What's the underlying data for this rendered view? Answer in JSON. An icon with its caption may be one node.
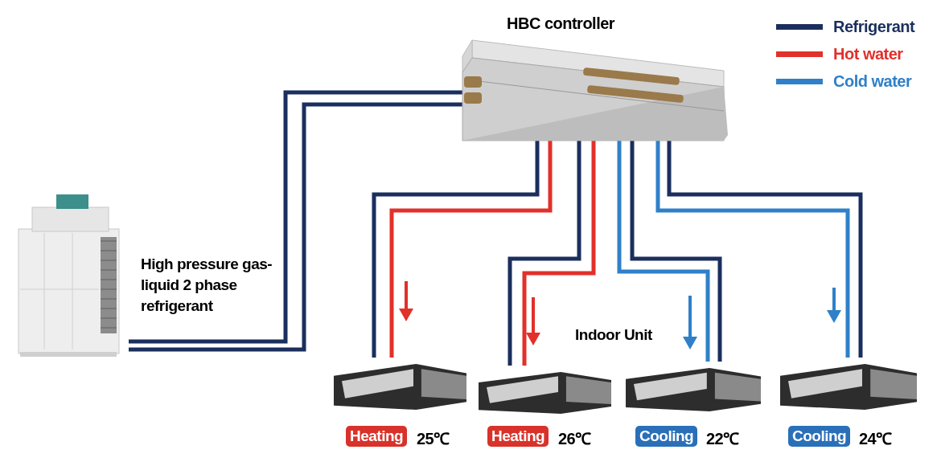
{
  "diagram": {
    "nodes": [
      {
        "text": [
          "HBC controller"
        ]
      },
      {
        "text": [],
        "shape": "picture"
      },
      {
        "text": [],
        "shape": "picture"
      },
      {
        "text": [],
        "shape": "picture"
      },
      {
        "text": [],
        "shape": "picture"
      },
      {
        "text": [],
        "shape": "picture"
      },
      {
        "text": [
          "Heating"
        ],
        "beside": [
          "25℃"
        ]
      },
      {
        "text": [
          "Heating"
        ],
        "beside": [
          "26℃"
        ]
      },
      {
        "text": [
          "Cooling"
        ],
        "beside": [
          "22℃"
        ]
      },
      {
        "text": [
          "Cooling"
        ],
        "beside": [
          "24℃"
        ]
      }
    ],
    "edges": [
      {
        "from": 1,
        "to": 0,
        "arrow": "none"
      },
      {
        "from": 1,
        "to": 0,
        "arrow": "none"
      },
      {
        "from": 0,
        "to": 2,
        "arrow": "none"
      },
      {
        "from": 0,
        "to": 2,
        "arrow": "none",
        "color": "#e2302a"
      },
      {
        "from": 0,
        "to": 3,
        "arrow": "none"
      },
      {
        "from": 0,
        "to": 3,
        "arrow": "none",
        "color": "#e2302a"
      },
      {
        "from": 0,
        "to": 4,
        "arrow": "none",
        "color": "#2f80c8"
      },
      {
        "from": 0,
        "to": 4,
        "arrow": "none"
      },
      {
        "from": 0,
        "to": 5,
        "arrow": "none",
        "color": "#2f80c8"
      },
      {
        "from": 0,
        "to": 5,
        "arrow": "none"
      }
    ],
    "labels": [
      "High pressure gas-liquid 2 phase refrigerant",
      "Indoor Unit"
    ],
    "legend": [
      {
        "text": "Refrigerant",
        "color": "#1b2f5e"
      },
      {
        "text": "Hot water",
        "color": "#e2302a"
      },
      {
        "text": "Cold water",
        "color": "#2f80c8"
      }
    ]
  }
}
